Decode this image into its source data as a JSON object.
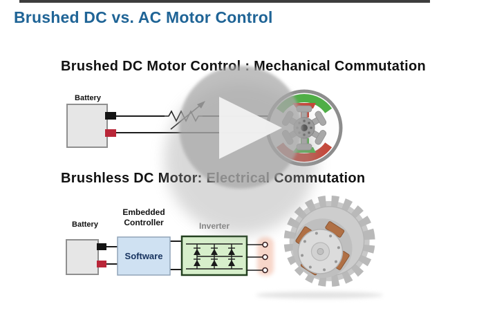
{
  "title": {
    "text": "Brushed DC vs. AC Motor Control"
  },
  "sections": {
    "brushed": {
      "heading": "Brushed DC Motor Control : Mechanical Commutation",
      "battery_label": "Battery"
    },
    "brushless": {
      "heading": "Brushless DC Motor: Electrical Commutation",
      "battery_label": "Battery",
      "controller_label": "Embedded Controller",
      "software_label": "Software",
      "inverter_label": "Inverter"
    }
  },
  "player": {
    "play_icon": "play-triangle"
  },
  "colors": {
    "title_blue": "#1f6496",
    "green_magnet": "#4fae46",
    "red_magnet": "#c5483a",
    "software_box_fill": "#cfe1f2",
    "inverter_box_fill": "#d7efcb",
    "inverter_border": "#23401f",
    "copper": "#b07045",
    "terminal_black": "#141414",
    "terminal_red": "#b92638",
    "battery_fill": "#e6e6e6",
    "wire": "#1c1c1c",
    "overlay_gray": "#a8a8a8"
  }
}
